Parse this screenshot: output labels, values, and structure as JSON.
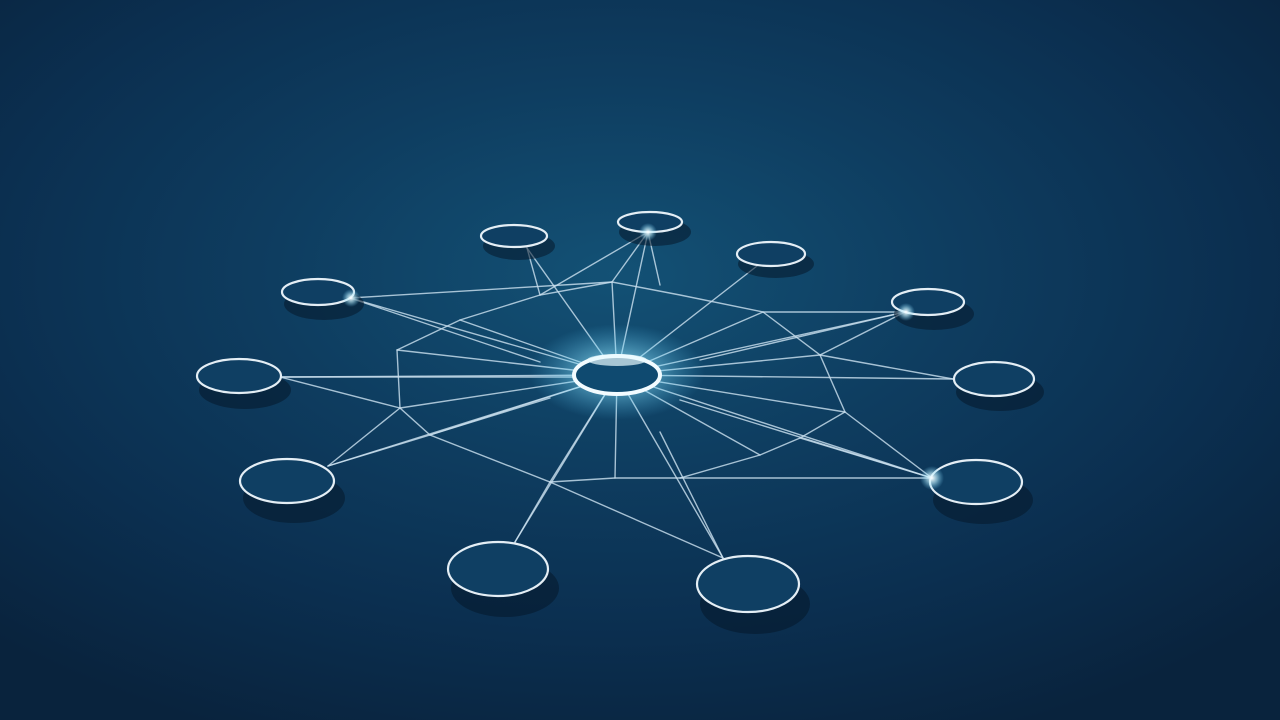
{
  "colors": {
    "background": "#0e3d60",
    "edge": "#c9dfee",
    "node_ring": "#e4eef5",
    "hub_glow": "#8fe6ff"
  },
  "network": {
    "hub": "hub-node",
    "satellites": [
      "node-top",
      "node-top-left",
      "node-top-right",
      "node-upper-left",
      "node-upper-right",
      "node-left",
      "node-right",
      "node-lower-left",
      "node-lower-right",
      "node-bottom-left",
      "node-bottom-right"
    ],
    "glowing_nodes": [
      "node-top",
      "node-upper-left",
      "node-upper-right",
      "node-lower-right"
    ]
  }
}
